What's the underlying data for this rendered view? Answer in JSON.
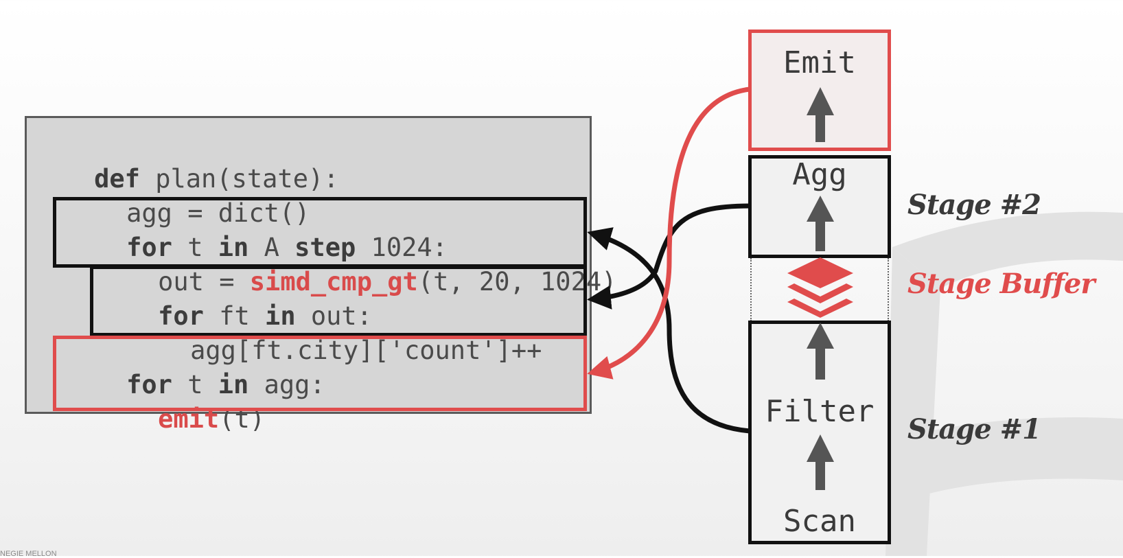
{
  "code": {
    "line1": {
      "kw": "def",
      "rest": " plan(state):"
    },
    "line2": {
      "text": "agg = dict()"
    },
    "line3": {
      "kw1": "for",
      "t1": " t ",
      "kw2": "in",
      "t2": " A ",
      "kw3": "step",
      "t3": " 1024:"
    },
    "line4": {
      "pre": "out = ",
      "fn": "simd_cmp_gt",
      "post": "(t, 20, 1024)"
    },
    "line5": {
      "kw1": "for",
      "t1": " ft ",
      "kw2": "in",
      "t2": " out:"
    },
    "line6": {
      "text": "agg[ft.city]['count']++"
    },
    "line7": {
      "kw1": "for",
      "t1": " t ",
      "kw2": "in",
      "t2": " agg:"
    },
    "line8": {
      "fn": "emit",
      "post": "(t)"
    }
  },
  "operators": {
    "emit": "Emit",
    "agg": "Agg",
    "filter": "Filter",
    "scan": "Scan"
  },
  "stages": {
    "stage2": "Stage #2",
    "buffer": "Stage Buffer",
    "stage1": "Stage #1"
  },
  "footer": "NEGIE MELLON",
  "colors": {
    "red": "#e04c4c",
    "black": "#111111",
    "arrow_gray": "#555555",
    "code_bg": "#d6d6d6"
  }
}
